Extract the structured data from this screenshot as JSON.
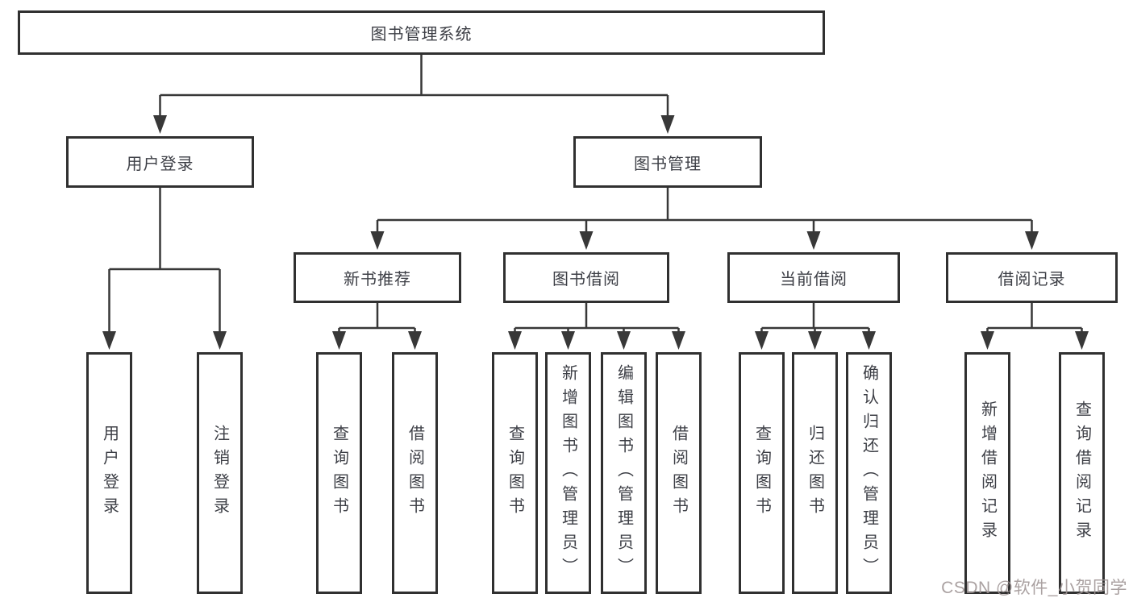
{
  "tree": {
    "root": "图书管理系统",
    "branches": [
      {
        "label": "用户登录",
        "children": [
          "用户登录",
          "注销登录"
        ]
      },
      {
        "label": "图书管理",
        "groups": [
          {
            "label": "新书推荐",
            "children": [
              "查询图书",
              "借阅图书"
            ]
          },
          {
            "label": "图书借阅",
            "children": [
              "查询图书",
              "新增图书（管理员）",
              "编辑图书（管理员）",
              "借阅图书"
            ]
          },
          {
            "label": "当前借阅",
            "children": [
              "查询图书",
              "归还图书",
              "确认归还（管理员）"
            ]
          },
          {
            "label": "借阅记录",
            "children": [
              "新增借阅记录",
              "查询借阅记录"
            ]
          }
        ]
      }
    ]
  },
  "watermark": {
    "text": "CSDN @软件_小贺同学"
  },
  "colors": {
    "line": "#383838",
    "box_border": "#303030",
    "text": "#3d3f46",
    "watermark": "#9e9494",
    "background": "#ffffff"
  }
}
